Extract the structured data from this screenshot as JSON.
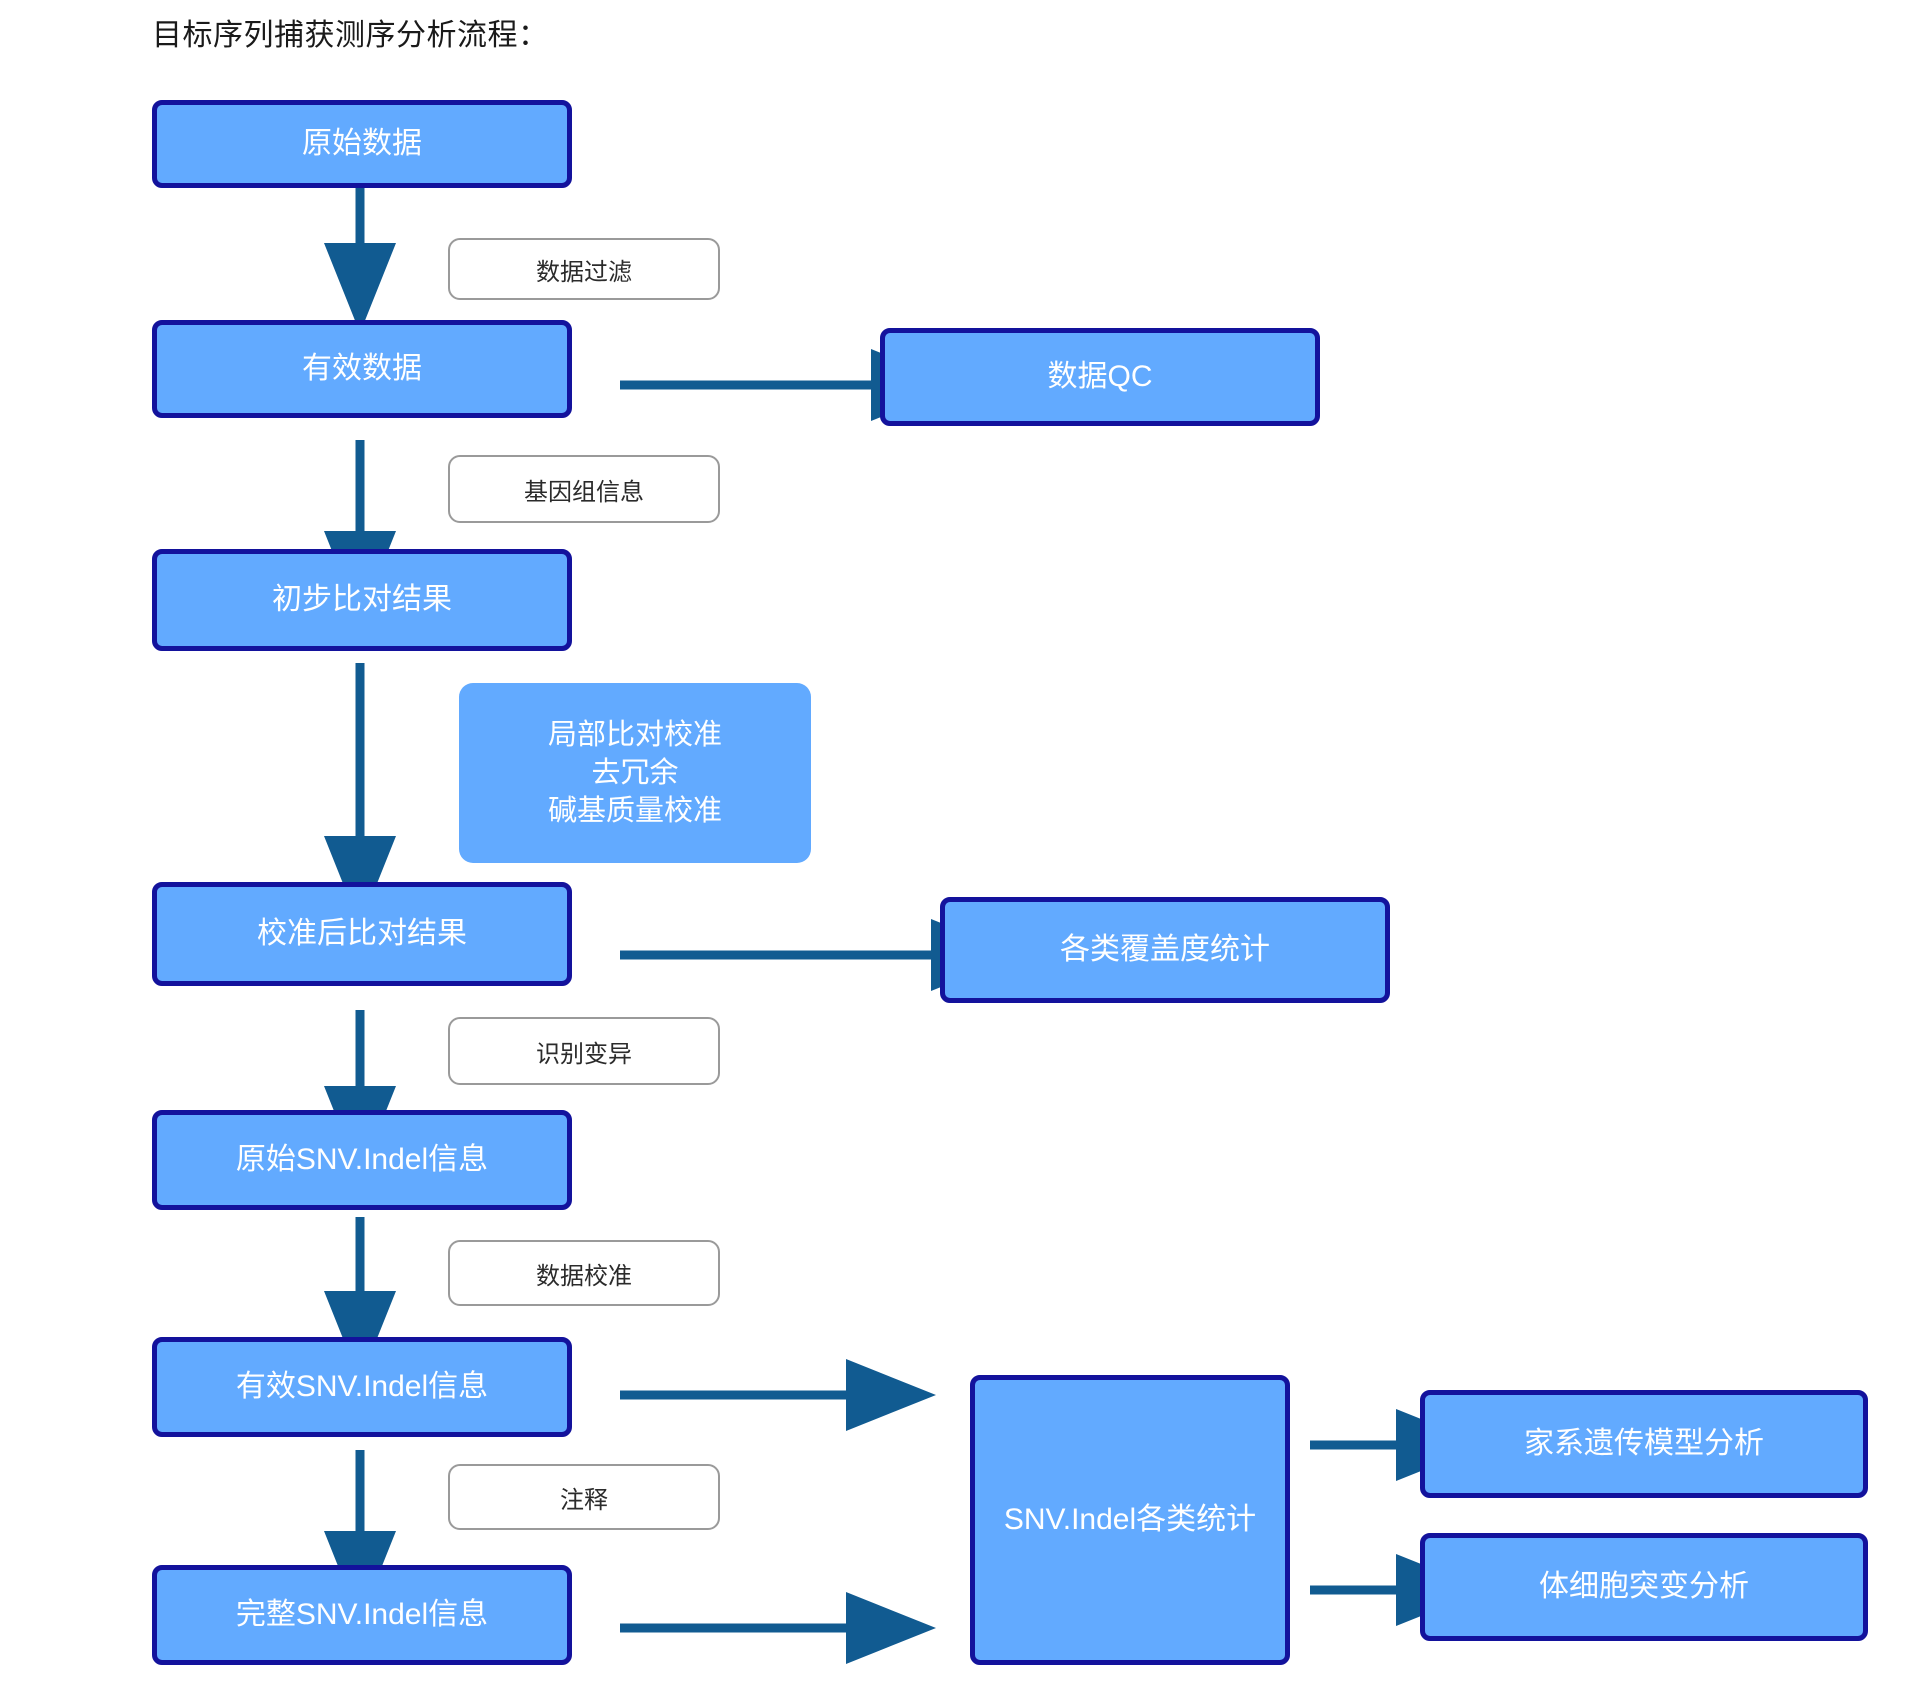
{
  "title": "目标序列捕获测序分析流程：",
  "colors": {
    "node_fill": "#62aaff",
    "node_border": "#13129c",
    "edge_stroke": "#115b91",
    "label_border": "#9a9a9a",
    "node_text": "#ffffff",
    "label_text": "#2b2b2b",
    "background": "#ffffff"
  },
  "nodes": {
    "raw_data": "原始数据",
    "valid_data": "有效数据",
    "data_qc": "数据QC",
    "initial_alignment": "初步比对结果",
    "realign_block": "局部比对校准\n去冗余\n碱基质量校准",
    "calibrated_alignment": "校准后比对结果",
    "coverage_stats": "各类覆盖度统计",
    "raw_snv_indel": "原始SNV.Indel信息",
    "valid_snv_indel": "有效SNV.Indel信息",
    "full_snv_indel": "完整SNV.Indel信息",
    "snv_indel_stats": "SNV.Indel各类统计",
    "pedigree_analysis": "家系遗传模型分析",
    "somatic_analysis": "体细胞突变分析"
  },
  "edge_labels": {
    "data_filter": "数据过滤",
    "genome_info": "基因组信息",
    "call_variants": "识别变异",
    "data_calibration": "数据校准",
    "annotation": "注释"
  },
  "flow": {
    "steps": [
      {
        "from": "原始数据",
        "to": "有效数据",
        "label": "数据过滤",
        "direction": "down"
      },
      {
        "from": "有效数据",
        "to": "数据QC",
        "label": "",
        "direction": "right"
      },
      {
        "from": "有效数据",
        "to": "初步比对结果",
        "label": "基因组信息",
        "direction": "down"
      },
      {
        "from": "初步比对结果",
        "to": "校准后比对结果",
        "label": "局部比对校准 / 去冗余 / 碱基质量校准",
        "direction": "down"
      },
      {
        "from": "校准后比对结果",
        "to": "各类覆盖度统计",
        "label": "",
        "direction": "right"
      },
      {
        "from": "校准后比对结果",
        "to": "原始SNV.Indel信息",
        "label": "识别变异",
        "direction": "down"
      },
      {
        "from": "原始SNV.Indel信息",
        "to": "有效SNV.Indel信息",
        "label": "数据校准",
        "direction": "down"
      },
      {
        "from": "有效SNV.Indel信息",
        "to": "SNV.Indel各类统计",
        "label": "",
        "direction": "right"
      },
      {
        "from": "有效SNV.Indel信息",
        "to": "完整SNV.Indel信息",
        "label": "注释",
        "direction": "down"
      },
      {
        "from": "完整SNV.Indel信息",
        "to": "SNV.Indel各类统计",
        "label": "",
        "direction": "right"
      },
      {
        "from": "SNV.Indel各类统计",
        "to": "家系遗传模型分析",
        "label": "",
        "direction": "right"
      },
      {
        "from": "SNV.Indel各类统计",
        "to": "体细胞突变分析",
        "label": "",
        "direction": "right"
      }
    ]
  }
}
